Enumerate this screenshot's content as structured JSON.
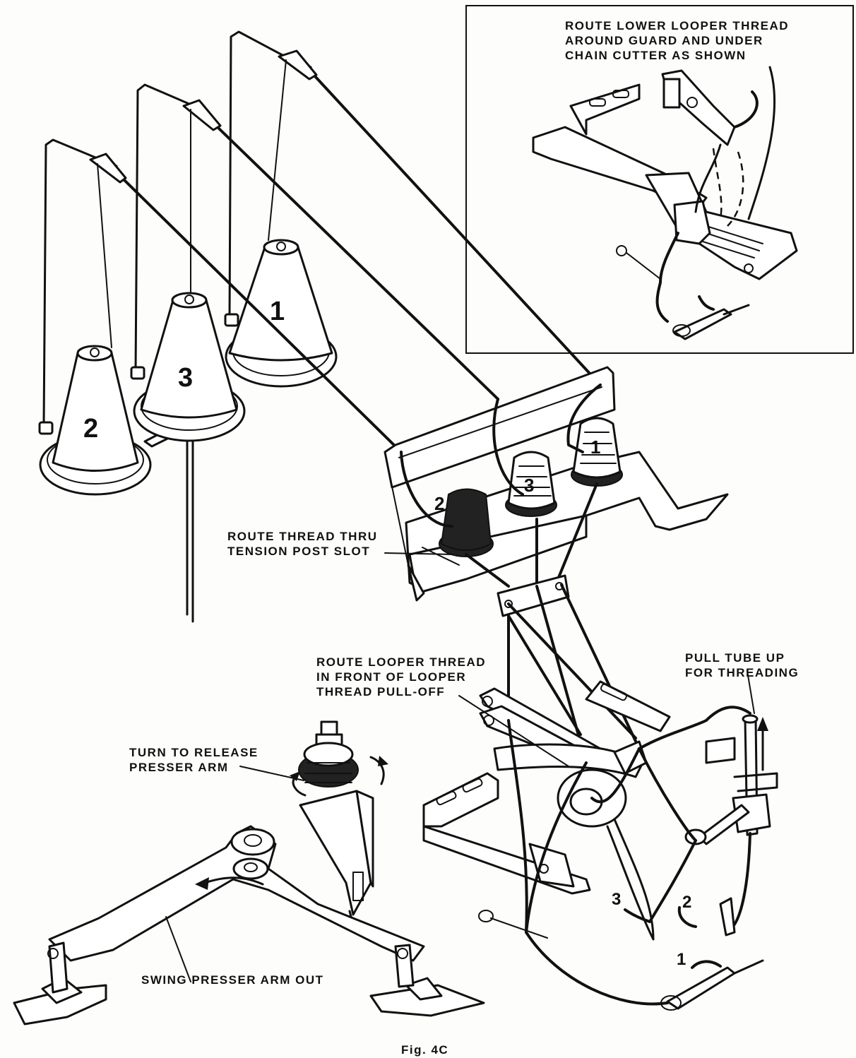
{
  "figure": {
    "caption": "Fig. 4C"
  },
  "inset": {
    "note": "ROUTE LOWER LOOPER THREAD\nAROUND GUARD AND UNDER\nCHAIN CUTTER AS SHOWN"
  },
  "callouts": {
    "tension_slot": "ROUTE THREAD THRU\nTENSION POST SLOT",
    "looper_front": "ROUTE LOOPER THREAD\nIN FRONT OF LOOPER\nTHREAD PULL-OFF",
    "pull_tube": "PULL TUBE UP\nFOR THREADING",
    "release_presser": "TURN TO RELEASE\nPRESSER ARM",
    "swing_presser": "SWING PRESSER ARM OUT"
  },
  "cones": {
    "cone_1": "1",
    "cone_2": "2",
    "cone_3": "3"
  },
  "tension_knobs": {
    "knob_1": "1",
    "knob_2": "2",
    "knob_3": "3"
  },
  "thread_ends": {
    "end_1": "1",
    "end_2": "2",
    "end_3": "3"
  }
}
